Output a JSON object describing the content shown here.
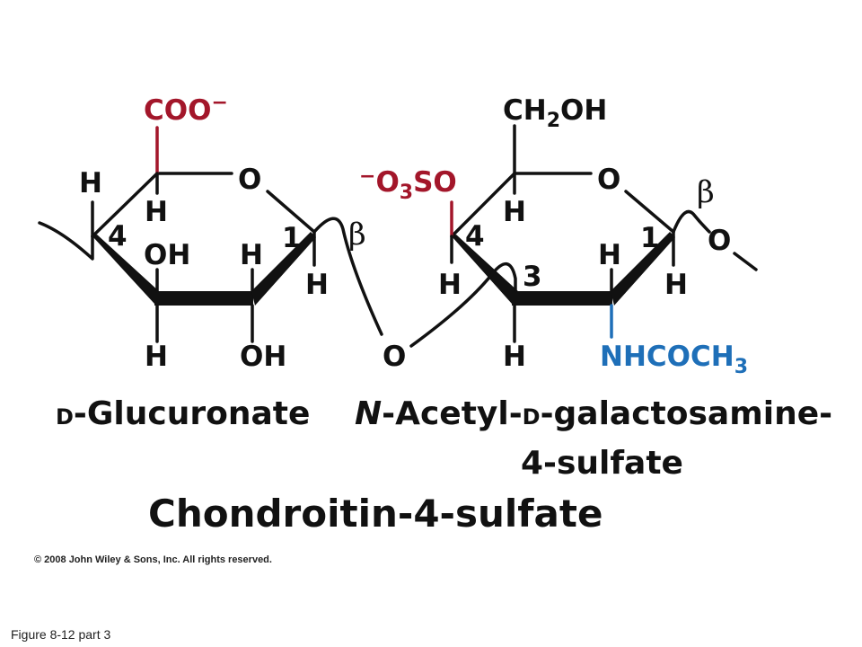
{
  "figure": {
    "caption": "Figure 8-12 part 3",
    "copyright": "© 2008 John Wiley & Sons, Inc. All rights reserved.",
    "title": "Chondroitin-4-sulfate"
  },
  "glucuronate": {
    "name_prefix": "D",
    "name_rest": "-Glucuronate",
    "carboxylate_main": "COO",
    "carboxylate_charge": "−",
    "ring_oxygen": "O",
    "h_c5": "H",
    "h_c4_top": "H",
    "c4_number": "4",
    "c1_number": "1",
    "oh_c3": "OH",
    "h_c2_top": "H",
    "h_c1_bottom": "H",
    "h_c3_bottom": "H",
    "oh_c2_bottom": "OH",
    "beta": "β"
  },
  "linkage": {
    "glycosidic_oxygen": "O"
  },
  "galactosamine": {
    "name_prefix_ital": "N",
    "name_mid": "-Acetyl-",
    "name_d": "D",
    "name_rest": "-galactosamine-",
    "name_line2": "4-sulfate",
    "ch2oh_prefix": "CH",
    "ch2oh_sub": "2",
    "ch2oh_suffix": "OH",
    "sulfate_charge": "−",
    "sulfate_o": "O",
    "sulfate_sub": "3",
    "sulfate_rest": "SO",
    "ring_oxygen": "O",
    "h_c5": "H",
    "c4_number": "4",
    "c3_number": "3",
    "c1_number": "1",
    "h_c4_bottom": "H",
    "h_c2_top": "H",
    "h_c1_bottom": "H",
    "h_c3_bottom": "H",
    "acetamido_main": "NHCOCH",
    "acetamido_sub": "3",
    "beta": "β",
    "terminal_oxygen": "O"
  },
  "colors": {
    "sulfate_and_carboxylate": "#a3162a",
    "acetamido": "#1e6fb8",
    "bonds": "#111111"
  }
}
